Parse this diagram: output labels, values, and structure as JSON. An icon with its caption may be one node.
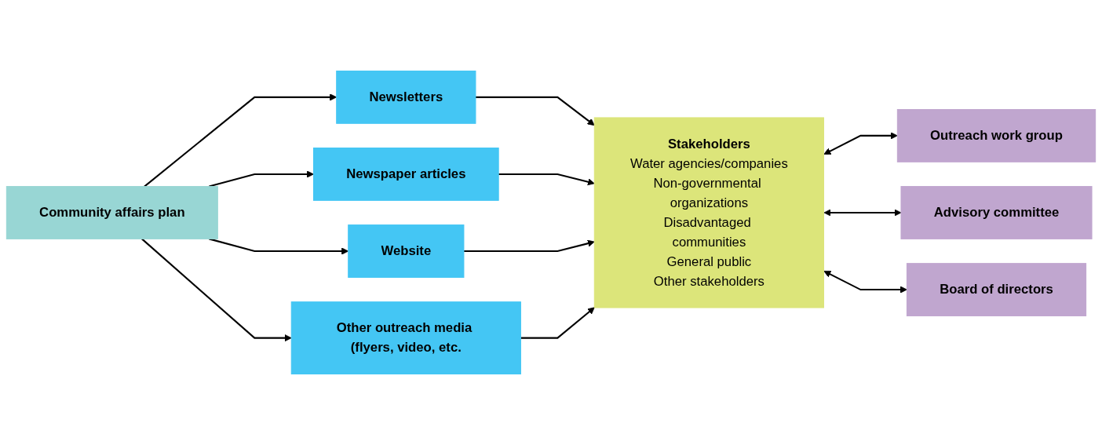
{
  "diagram": {
    "nodes": [
      {
        "text": [
          "Community affairs plan"
        ]
      },
      {
        "text": [
          "Newsletters"
        ]
      },
      {
        "text": [
          "Newspaper articles"
        ]
      },
      {
        "text": [
          "Website"
        ]
      },
      {
        "text": [
          "Other outreach media (flyers, video, etc."
        ]
      },
      {
        "text": [
          "Stakeholders",
          "Water agencies/companies",
          "Non-governmental organizations",
          "Disadvantaged communities",
          "General public",
          "Other stakeholders"
        ]
      },
      {
        "text": [
          "Outreach work group"
        ]
      },
      {
        "text": [
          "Advisory committee"
        ]
      },
      {
        "text": [
          "Board of directors"
        ]
      }
    ],
    "edges": [
      {
        "from": 0,
        "to": 1,
        "arrow": "to"
      },
      {
        "from": 0,
        "to": 2,
        "arrow": "to"
      },
      {
        "from": 0,
        "to": 3,
        "arrow": "to"
      },
      {
        "from": 0,
        "to": 4,
        "arrow": "to"
      },
      {
        "from": 1,
        "to": 5,
        "arrow": "to"
      },
      {
        "from": 2,
        "to": 5,
        "arrow": "to"
      },
      {
        "from": 3,
        "to": 5,
        "arrow": "to"
      },
      {
        "from": 4,
        "to": 5,
        "arrow": "to"
      },
      {
        "from": 5,
        "to": 6,
        "arrow": "both"
      },
      {
        "from": 5,
        "to": 7,
        "arrow": "both"
      },
      {
        "from": 5,
        "to": 8,
        "arrow": "both"
      }
    ]
  }
}
